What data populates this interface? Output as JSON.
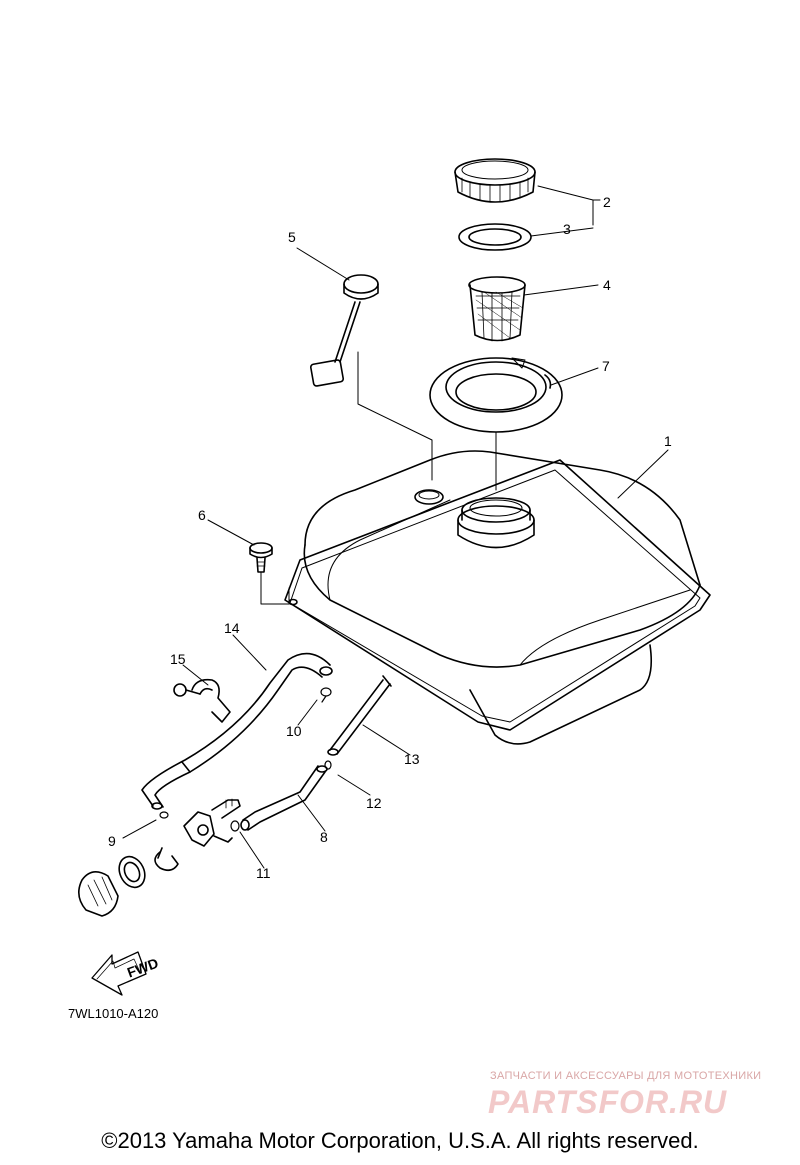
{
  "callouts": {
    "c1": "1",
    "c2": "2",
    "c3": "3",
    "c4": "4",
    "c5": "5",
    "c6": "6",
    "c7": "7",
    "c8": "8",
    "c9": "9",
    "c10": "10",
    "c11": "11",
    "c12": "12",
    "c13": "13",
    "c14": "14",
    "c15": "15"
  },
  "fwd_label": "FWD",
  "diagram_code": "7WL1010-A120",
  "watermark": {
    "tagline": "ЗАПЧАСТИ И АКСЕССУАРЫ ДЛЯ МОТОТЕХНИКИ",
    "logo": "PARTSFOR.RU"
  },
  "copyright": "©2013 Yamaha Motor Corporation, U.S.A. All rights reserved."
}
